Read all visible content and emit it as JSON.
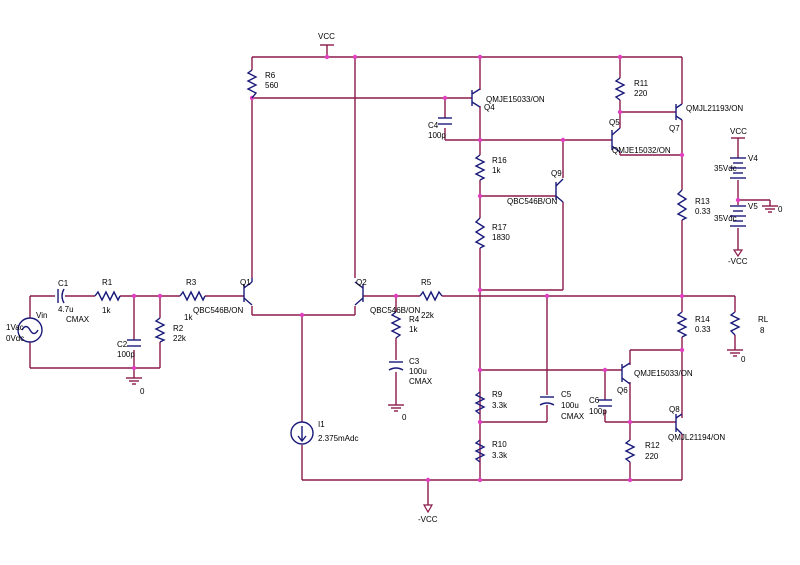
{
  "labels": {
    "vcc_top": "VCC",
    "vcc_v4": "VCC",
    "neg_vcc_bottom": "-VCC",
    "neg_vcc_v5": "-VCC",
    "gnd0_c2": "0",
    "gnd0_c3": "0",
    "gnd0_v4v5": "0",
    "gnd0_rl": "0"
  },
  "components": {
    "vin": {
      "ref": "Vin",
      "v1": "1Vac",
      "v2": "0Vdc"
    },
    "c1": {
      "ref": "C1",
      "v1": "4.7u",
      "v2": "CMAX"
    },
    "r1": {
      "ref": "R1",
      "v1": "1k"
    },
    "c2": {
      "ref": "C2",
      "v1": "100p"
    },
    "r2": {
      "ref": "R2",
      "v1": "22k"
    },
    "r3": {
      "ref": "R3",
      "v1": "1k"
    },
    "q1": {
      "ref": "Q1",
      "v1": "QBC546B/ON"
    },
    "q2": {
      "ref": "Q2",
      "v1": "QBC546B/ON"
    },
    "r6": {
      "ref": "R6",
      "v1": "560"
    },
    "i1": {
      "ref": "I1",
      "v1": "2.375mAdc"
    },
    "r4": {
      "ref": "R4",
      "v1": "1k"
    },
    "c3": {
      "ref": "C3",
      "v1": "100u",
      "v2": "CMAX"
    },
    "r5": {
      "ref": "R5",
      "v1": "22k"
    },
    "c4": {
      "ref": "C4",
      "v1": "100p"
    },
    "q4": {
      "ref": "Q4",
      "v1": "QMJE15033/ON"
    },
    "r16": {
      "ref": "R16",
      "v1": "1k"
    },
    "q9": {
      "ref": "Q9",
      "v1": "QBC546B/ON"
    },
    "r17": {
      "ref": "R17",
      "v1": "1830"
    },
    "r11": {
      "ref": "R11",
      "v1": "220"
    },
    "q5": {
      "ref": "Q5",
      "v1": "QMJE15032/ON"
    },
    "q7": {
      "ref": "Q7",
      "v1": "QMJL21193/ON"
    },
    "r13": {
      "ref": "R13",
      "v1": "0.33"
    },
    "r14": {
      "ref": "R14",
      "v1": "0.33"
    },
    "rl": {
      "ref": "RL",
      "v1": "8"
    },
    "v4": {
      "ref": "V4",
      "v1": "35Vdc"
    },
    "v5": {
      "ref": "V5",
      "v1": "35Vdc"
    },
    "r9": {
      "ref": "R9",
      "v1": "3.3k"
    },
    "r10": {
      "ref": "R10",
      "v1": "3.3k"
    },
    "c5": {
      "ref": "C5",
      "v1": "100u",
      "v2": "CMAX"
    },
    "q6": {
      "ref": "Q6",
      "v1": "QMJE15033/ON"
    },
    "c6": {
      "ref": "C6",
      "v1": "100p"
    },
    "r12": {
      "ref": "R12",
      "v1": "220"
    },
    "q8": {
      "ref": "Q8",
      "v1": "QMJL21194/ON"
    }
  },
  "colors": {
    "wire": "#8b1a4a",
    "component": "#1a1a7a",
    "junction": "#e040c0"
  }
}
